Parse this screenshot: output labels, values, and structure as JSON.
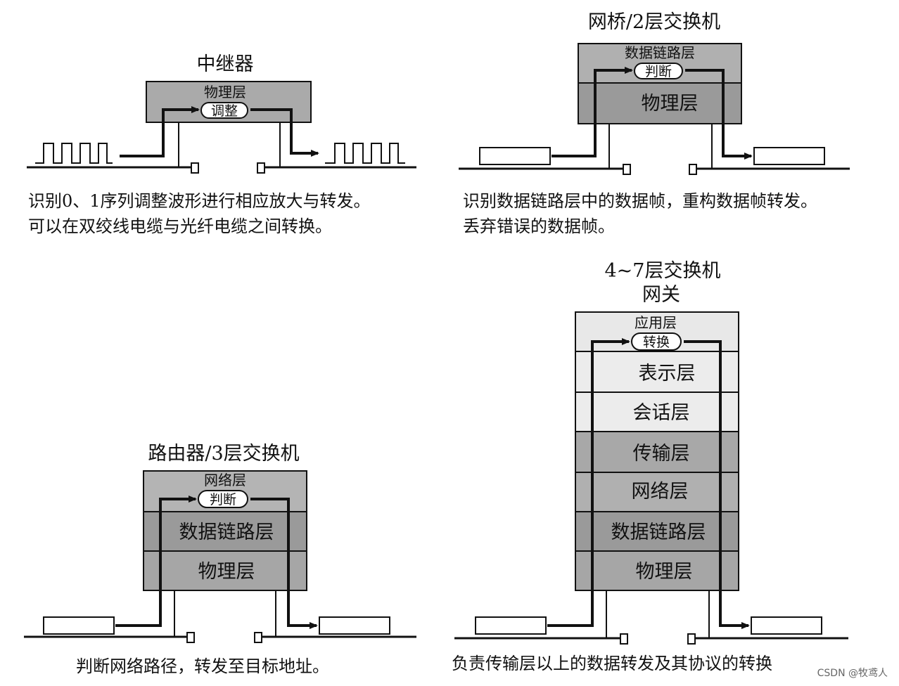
{
  "repeater": {
    "title": "中继器",
    "layer": "物理层",
    "pill": "调整",
    "caption_line1": "识别0、1序列调整波形进行相应放大与转发。",
    "caption_line2": "可以在双绞线电缆与光纤电缆之间转换。"
  },
  "bridge": {
    "title": "网桥/2层交换机",
    "layers": [
      "数据链路层",
      "物理层"
    ],
    "pill": "判断",
    "caption_line1": "识别数据链路层中的数据帧，重构数据帧转发。",
    "caption_line2": "丢弃错误的数据帧。"
  },
  "router": {
    "title": "路由器/3层交换机",
    "layers": [
      "网络层",
      "数据链路层",
      "物理层"
    ],
    "pill": "判断",
    "caption": "判断网络路径，转发至目标地址。"
  },
  "gateway": {
    "title_line1": "4~7层交换机",
    "title_line2": "网关",
    "layers": [
      "应用层",
      "表示层",
      "会话层",
      "传输层",
      "网络层",
      "数据链路层",
      "物理层"
    ],
    "pill": "转换",
    "caption": "负责传输层以上的数据转发及其协议的转换"
  },
  "watermark": "CSDN @牧鸢人",
  "colors": {
    "layer_fill": "#aaaaaa",
    "layer_fill_dark": "#9a9a9a",
    "upper_layer_fill": "#e6e6e6",
    "line": "#111111"
  }
}
